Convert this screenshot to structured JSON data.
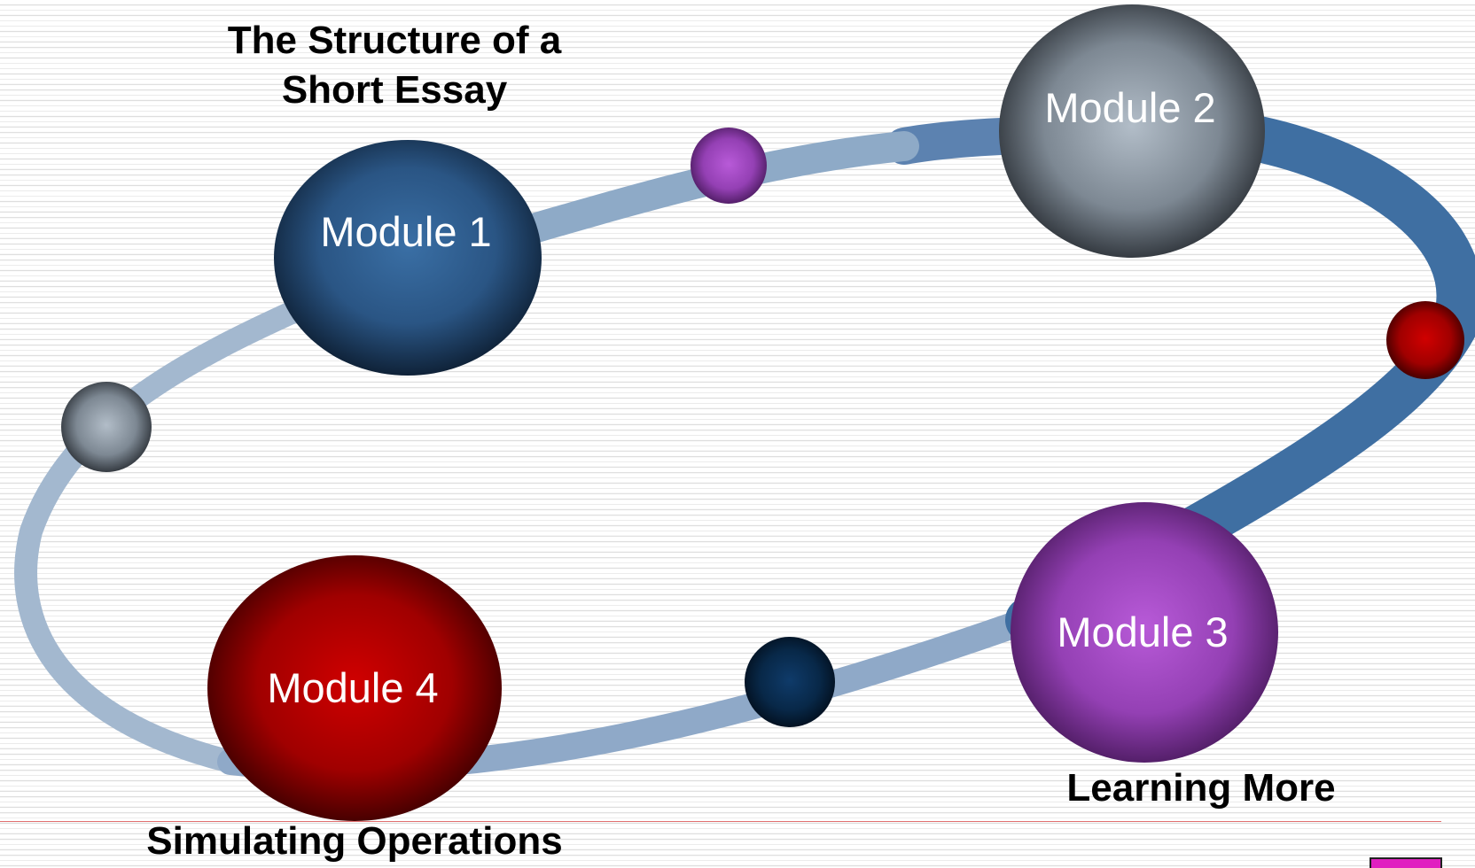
{
  "diagram": {
    "modules": [
      {
        "id": "module-1",
        "label": "Module 1",
        "color": "#2c5a8a"
      },
      {
        "id": "module-2",
        "label": "Module 2",
        "color": "#a9b4bf"
      },
      {
        "id": "module-3",
        "label": "Module 3",
        "color": "#b050d0"
      },
      {
        "id": "module-4",
        "label": "Module 4",
        "color": "#c80000"
      }
    ],
    "captions": {
      "top_line1": "The Structure of a",
      "top_line2": "Short Essay",
      "bottom_right": "Learning More",
      "bottom_left": "Simulating Operations"
    },
    "ring_color": "#4a79aa"
  }
}
